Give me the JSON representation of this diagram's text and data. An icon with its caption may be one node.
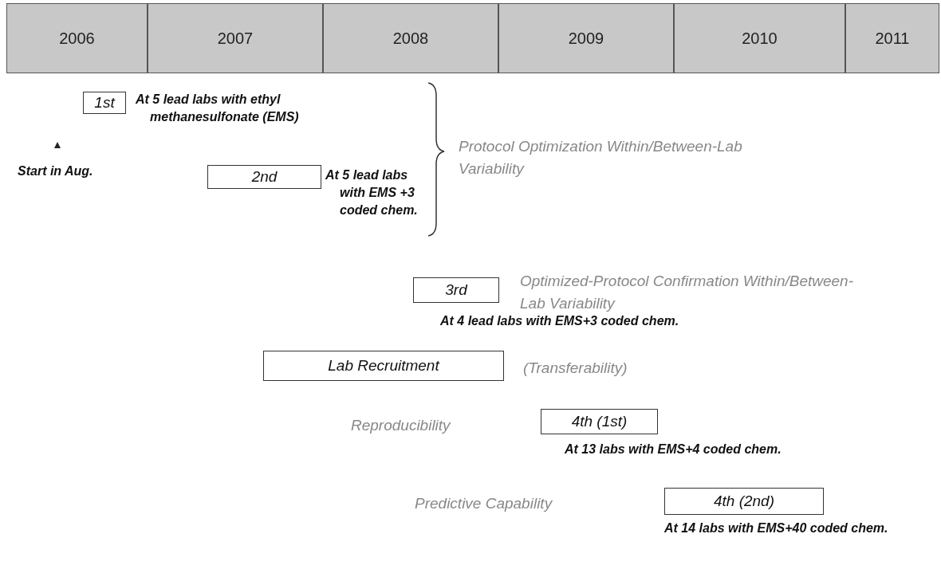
{
  "diagram": {
    "nodes": [
      {
        "text": [
          "2006"
        ]
      },
      {
        "text": [
          "2007"
        ]
      },
      {
        "text": [
          "2008"
        ]
      },
      {
        "text": [
          "2009"
        ]
      },
      {
        "text": [
          "2010"
        ]
      },
      {
        "text": [
          "2011"
        ]
      },
      {
        "text": [
          "1st"
        ],
        "beside": [
          "At 5 lead labs with ethyl methanesulfonate (EMS)"
        ]
      },
      {
        "text": [
          "2nd"
        ],
        "beside": [
          "At 5 lead labs with EMS +3 coded chem."
        ]
      },
      {
        "text": [
          "3rd"
        ],
        "beside": [
          "At 4 lead labs with EMS+3 coded chem."
        ]
      },
      {
        "text": [
          "Lab Recruitment"
        ]
      },
      {
        "text": [
          "4th (1st)"
        ],
        "beside": [
          "At 13 labs with EMS+4 coded chem."
        ]
      },
      {
        "text": [
          "4th (2nd)"
        ],
        "beside": [
          "At 14 labs with EMS+40 coded chem."
        ]
      }
    ],
    "labels": [
      "Start in Aug.",
      "Protocol Optimization Within/Between-Lab Variability",
      "Optimized-Protocol Confirmation Within/Between-Lab Variability",
      "(Transferability)",
      "Reproducibility",
      "Predictive Capability"
    ]
  }
}
